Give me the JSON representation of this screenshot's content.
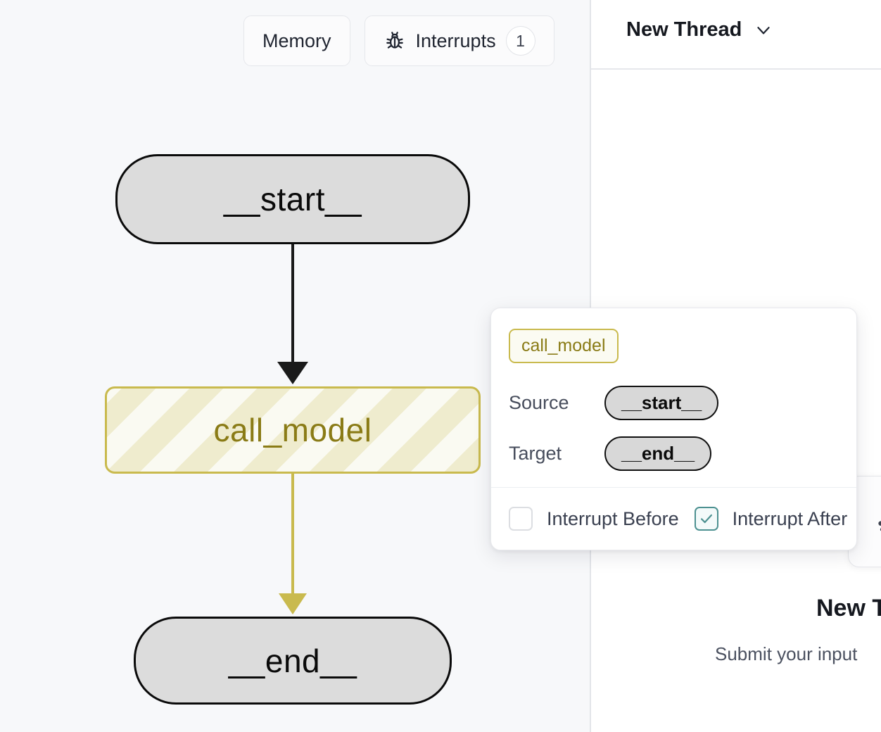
{
  "app": {
    "background": "#f7f8fa",
    "accent_yellow": "#c9ba4e",
    "accent_teal": "#4d9191"
  },
  "graph_toolbar": {
    "memory_label": "Memory",
    "interrupts_label": "Interrupts",
    "interrupts_count": "1",
    "bug_icon_name": "bug-icon"
  },
  "graph": {
    "nodes": [
      {
        "id": "start",
        "label": "__start__",
        "style": "terminal"
      },
      {
        "id": "call_model",
        "label": "call_model",
        "style": "active-striped"
      },
      {
        "id": "end",
        "label": "__end__",
        "style": "terminal"
      }
    ],
    "edges": [
      {
        "source": "__start__",
        "target": "call_model",
        "color": "#1a1a1a"
      },
      {
        "source": "call_model",
        "target": "__end__",
        "color": "#c9ba4e"
      }
    ]
  },
  "edge_popup": {
    "node_chip": "call_model",
    "source_label": "Source",
    "source_value": "__start__",
    "target_label": "Target",
    "target_value": "__end__",
    "interrupt_before_label": "Interrupt Before",
    "interrupt_before_checked": false,
    "interrupt_after_label": "Interrupt After",
    "interrupt_after_checked": true
  },
  "right_pane": {
    "thread_title": "New Thread",
    "chevron_icon_name": "chevron-down-icon",
    "empty_state_title": "New T",
    "empty_state_subtitle": "Submit your input",
    "edge_card_icon_name": "graph-icon"
  }
}
